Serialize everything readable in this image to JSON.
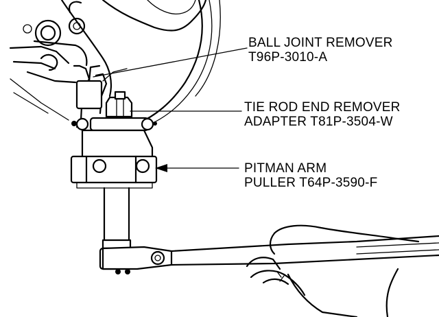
{
  "labels": {
    "ball_joint_remover": {
      "line1": "BALL JOINT REMOVER",
      "line2": "T96P-3010-A"
    },
    "tie_rod_end_remover": {
      "line1": "TIE ROD END REMOVER",
      "line2": "ADAPTER T81P-3504-W"
    },
    "pitman_arm_puller": {
      "line1": "PITMAN ARM",
      "line2": "PULLER T64P-3590-F"
    }
  }
}
